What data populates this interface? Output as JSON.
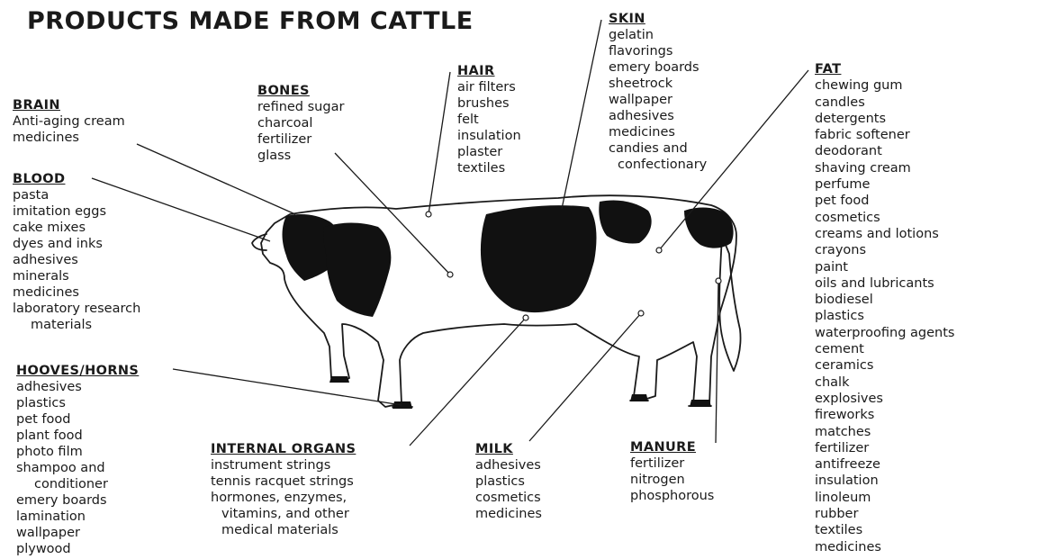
{
  "title": "PRODUCTS MADE FROM CATTLE",
  "groups": {
    "brain": {
      "heading": "BRAIN",
      "items": [
        "Anti-aging cream",
        "medicines"
      ]
    },
    "blood": {
      "heading": "BLOOD",
      "items": [
        "pasta",
        "imitation eggs",
        "cake mixes",
        "dyes and inks",
        "adhesives",
        "minerals",
        "medicines",
        "laboratory research",
        "materials"
      ]
    },
    "hooves_horns": {
      "heading": "HOOVES/HORNS",
      "items": [
        "adhesives",
        "plastics",
        "pet food",
        "plant food",
        "photo film",
        "shampoo and",
        "conditioner",
        "emery boards",
        "lamination",
        "wallpaper",
        "plywood"
      ]
    },
    "bones": {
      "heading": "BONES",
      "items": [
        "refined sugar",
        "charcoal",
        "fertilizer",
        "glass"
      ]
    },
    "hair": {
      "heading": "HAIR",
      "items": [
        "air filters",
        "brushes",
        "felt",
        "insulation",
        "plaster",
        "textiles"
      ]
    },
    "skin": {
      "heading": "SKIN",
      "items": [
        "gelatin",
        "flavorings",
        "emery boards",
        "sheetrock",
        "wallpaper",
        "adhesives",
        "medicines",
        "candies and",
        "confectionary"
      ]
    },
    "fat": {
      "heading": "FAT",
      "items": [
        "chewing gum",
        "candles",
        "detergents",
        "fabric softener",
        "deodorant",
        "shaving cream",
        "perfume",
        "pet food",
        "cosmetics",
        "creams and lotions",
        "crayons",
        "paint",
        "oils and lubricants",
        "biodiesel",
        "plastics",
        "waterproofing agents",
        "cement",
        "ceramics",
        "chalk",
        "explosives",
        "fireworks",
        "matches",
        "fertilizer",
        "antifreeze",
        "insulation",
        "linoleum",
        "rubber",
        "textiles",
        "medicines"
      ]
    },
    "internal_organs": {
      "heading": "INTERNAL ORGANS",
      "items": [
        "instrument strings",
        "tennis racquet strings",
        "hormones, enzymes,",
        "vitamins, and other",
        "medical materials"
      ]
    },
    "milk": {
      "heading": "MILK",
      "items": [
        "adhesives",
        "plastics",
        "cosmetics",
        "medicines"
      ]
    },
    "manure": {
      "heading": "MANURE",
      "items": [
        "fertilizer",
        "nitrogen",
        "phosphorous"
      ]
    }
  },
  "colors": {
    "ink": "#1a1a1a",
    "background": "#ffffff"
  }
}
